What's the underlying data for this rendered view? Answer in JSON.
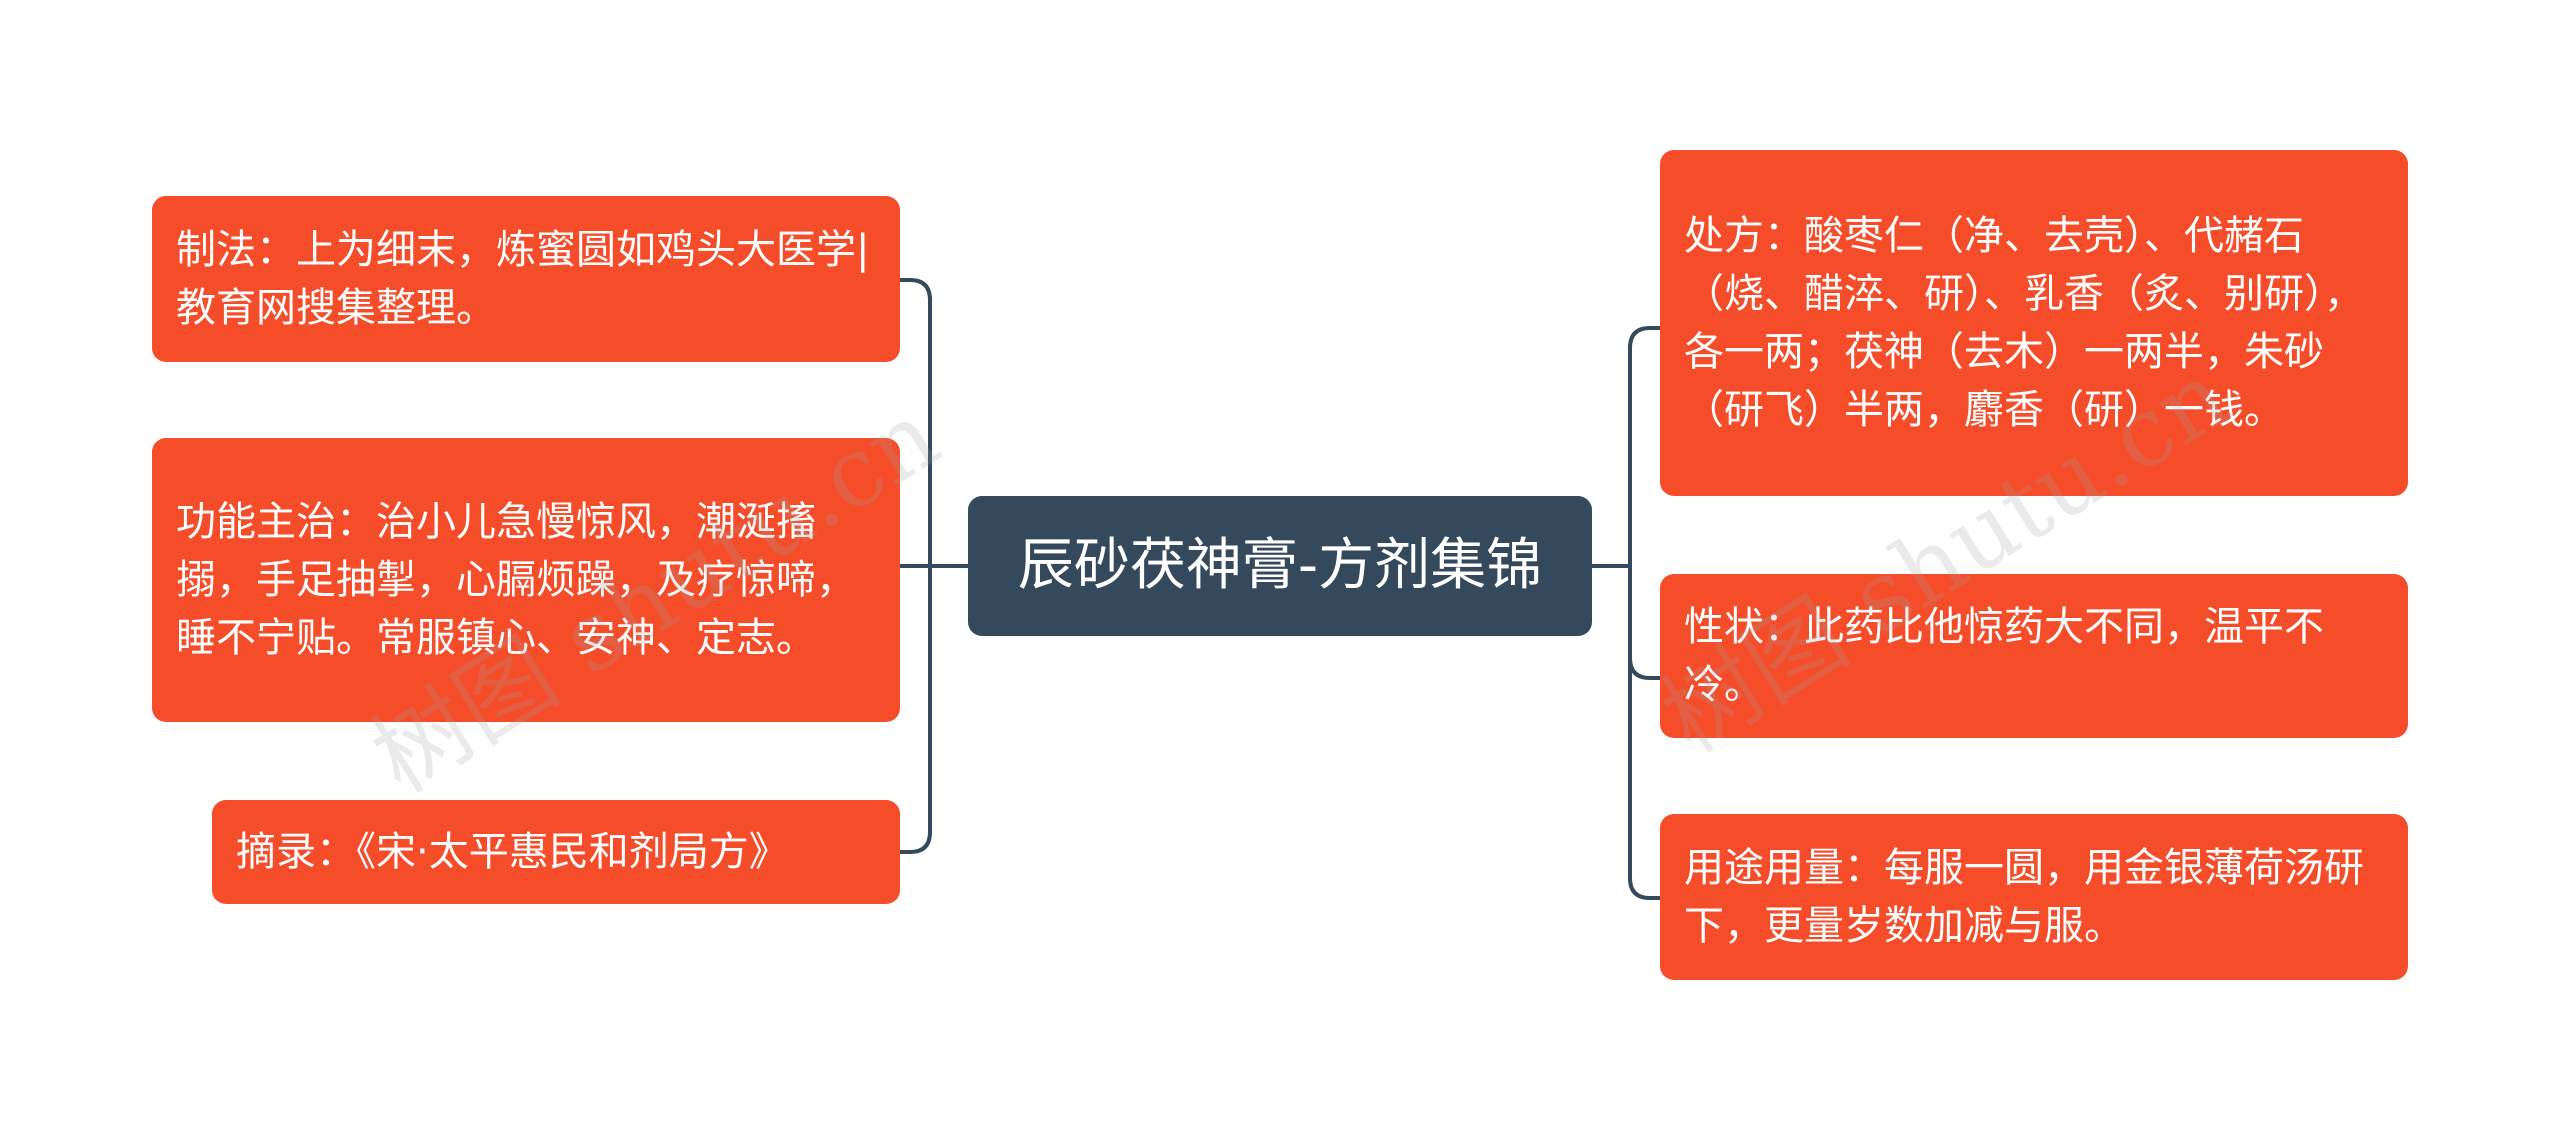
{
  "center": {
    "label": "辰砂茯神膏-方剂集锦"
  },
  "left_nodes": [
    {
      "id": "zhifa",
      "text": "制法：上为细末，炼蜜圆如鸡头大医学|教育网搜集整理。"
    },
    {
      "id": "gongneng",
      "text": "功能主治：治小儿急慢惊风，潮涎搐搦，手足抽掣，心膈烦躁，及疗惊啼，睡不宁贴。常服镇心、安神、定志。"
    },
    {
      "id": "zhailu",
      "text": "摘录：《宋·太平惠民和剂局方》"
    }
  ],
  "right_nodes": [
    {
      "id": "chufang",
      "text": "处方：酸枣仁（净、去壳）、代赭石（烧、醋淬、研）、乳香（炙、别研），各一两；茯神（去木）一两半，朱砂（研飞）半两，麝香（研）一钱。"
    },
    {
      "id": "xingzhuang",
      "text": "性状：此药比他惊药大不同，温平不冷。"
    },
    {
      "id": "yongtu",
      "text": "用途用量：每服一圆，用金银薄荷汤研下，更量岁数加减与服。"
    }
  ],
  "watermark": {
    "text": "树图 shutu.cn"
  },
  "colors": {
    "center_fill": "#344a5c",
    "node_fill": "#f54d29",
    "connector": "#344a5c",
    "text": "#ffffff"
  }
}
